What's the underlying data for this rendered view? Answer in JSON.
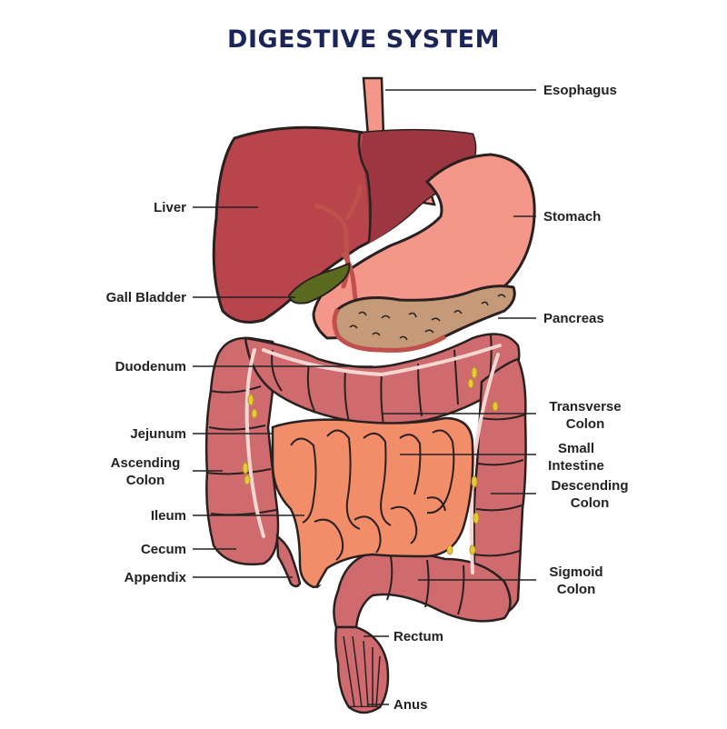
{
  "title": "DIGESTIVE SYSTEM",
  "colors": {
    "title": "#1c2557",
    "outline": "#2a2020",
    "liver": "#b8454c",
    "liver_dark": "#9c3640",
    "stomach": "#f4978a",
    "pancreas": "#c49a78",
    "intestine_small": "#f28d6a",
    "intestine_large": "#cf6b6e",
    "gall_bladder": "#5a6b1f",
    "fat": "#e8c83a"
  },
  "labels": {
    "esophagus": "Esophagus",
    "liver": "Liver",
    "stomach": "Stomach",
    "gall_bladder": "Gall Bladder",
    "pancreas": "Pancreas",
    "duodenum": "Duodenum",
    "transverse_colon": [
      "Transverse",
      "Colon"
    ],
    "jejunum": "Jejunum",
    "small_intestine": [
      "Small",
      "Intestine"
    ],
    "ascending_colon": [
      "Ascending",
      "Colon"
    ],
    "descending_colon": [
      "Descending",
      "Colon"
    ],
    "ileum": "Ileum",
    "cecum": "Cecum",
    "appendix": "Appendix",
    "sigmoid_colon": [
      "Sigmoid",
      "Colon"
    ],
    "rectum": "Rectum",
    "anus": "Anus"
  }
}
